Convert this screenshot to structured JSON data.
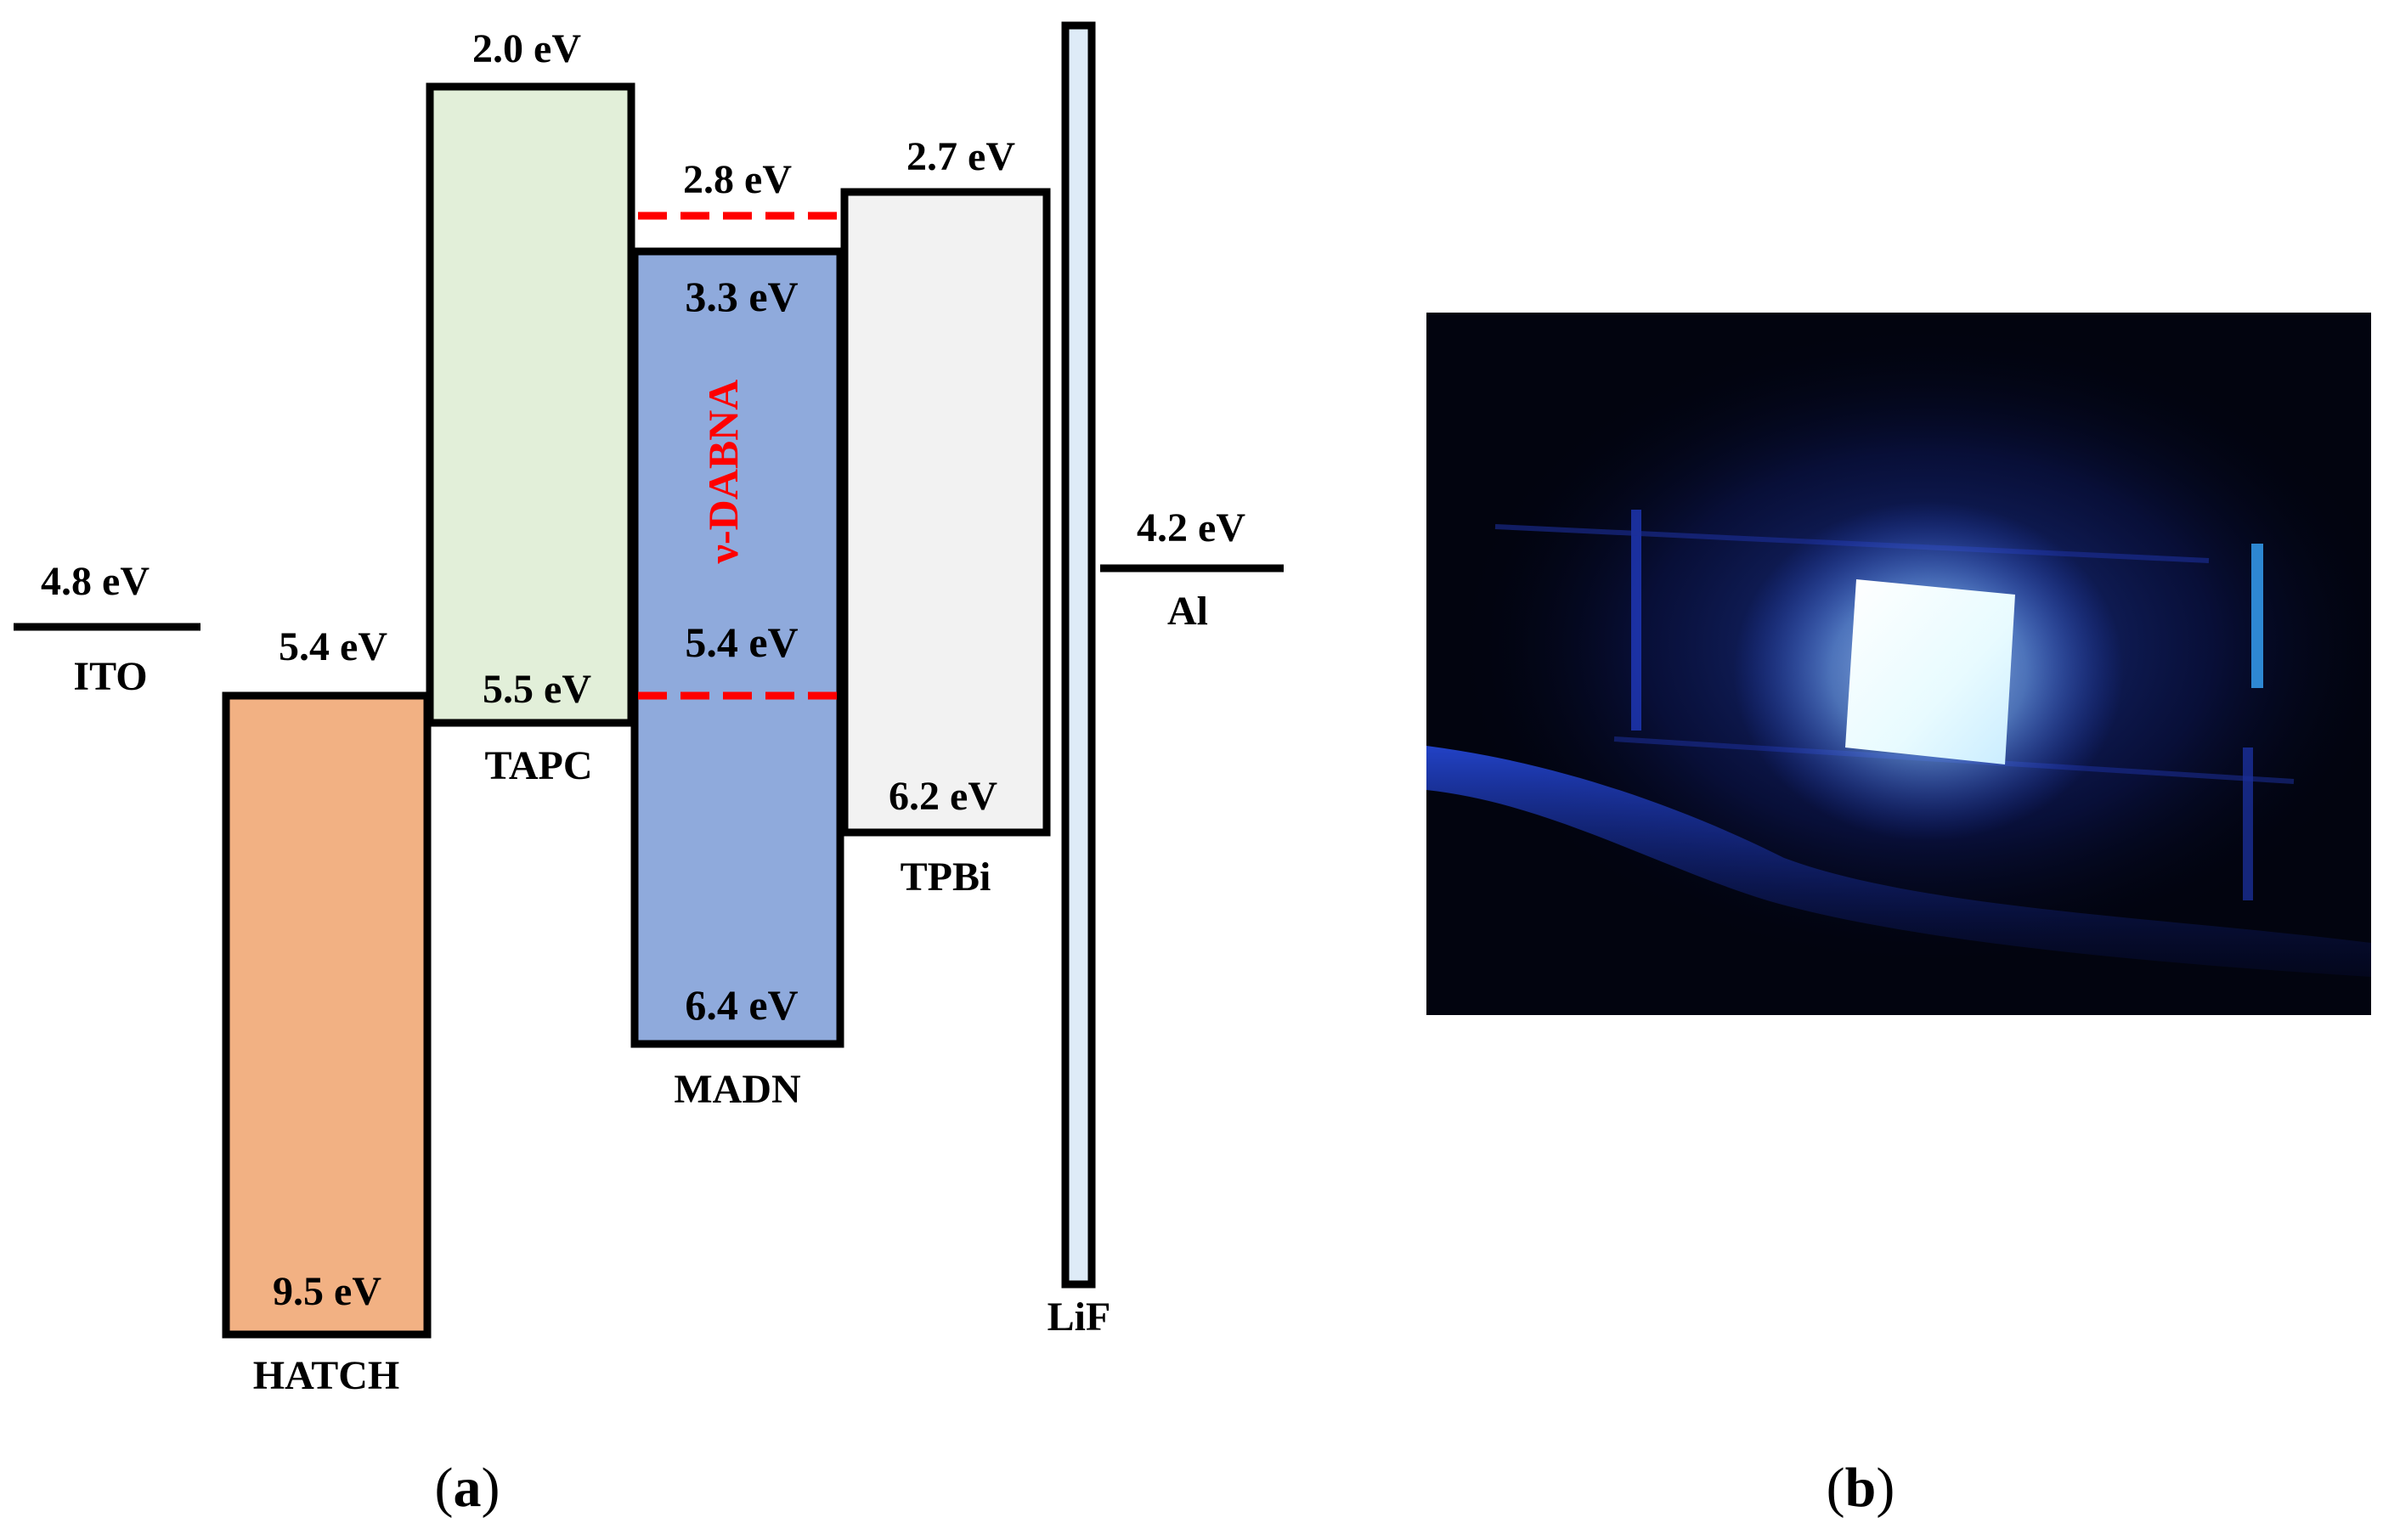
{
  "panel_a": {
    "caption_open": "(",
    "caption_letter": "a",
    "caption_close": ")",
    "layers": [
      {
        "id": "ito",
        "name": "ITO",
        "energies": [
          "4.8 eV"
        ]
      },
      {
        "id": "hatch",
        "name": "HATCH",
        "energies": [
          "5.4 eV",
          "9.5 eV"
        ],
        "fill": "#f2b183"
      },
      {
        "id": "tapc",
        "name": "TAPC",
        "energies": [
          "2.0 eV",
          "5.5 eV"
        ],
        "fill": "#e2efd9"
      },
      {
        "id": "madn",
        "name": "MADN",
        "energies": [
          "3.3 eV",
          "6.4 eV"
        ],
        "fill": "#8faadc"
      },
      {
        "id": "dopant",
        "name": "ν-DABNA",
        "energies": [
          "2.8 eV",
          "5.4 eV"
        ],
        "color": "#ff0000"
      },
      {
        "id": "tpbi",
        "name": "TPBi",
        "energies": [
          "2.7 eV",
          "6.2 eV"
        ],
        "fill": "#f2f2f2"
      },
      {
        "id": "lif",
        "name": "LiF",
        "energies": [],
        "fill": "#deebf7"
      },
      {
        "id": "al",
        "name": "Al",
        "energies": [
          "4.2 eV"
        ]
      }
    ]
  },
  "panel_b": {
    "caption_open": "(",
    "caption_letter": "b",
    "caption_close": ")",
    "photo": "blue OLED device emitting light"
  }
}
